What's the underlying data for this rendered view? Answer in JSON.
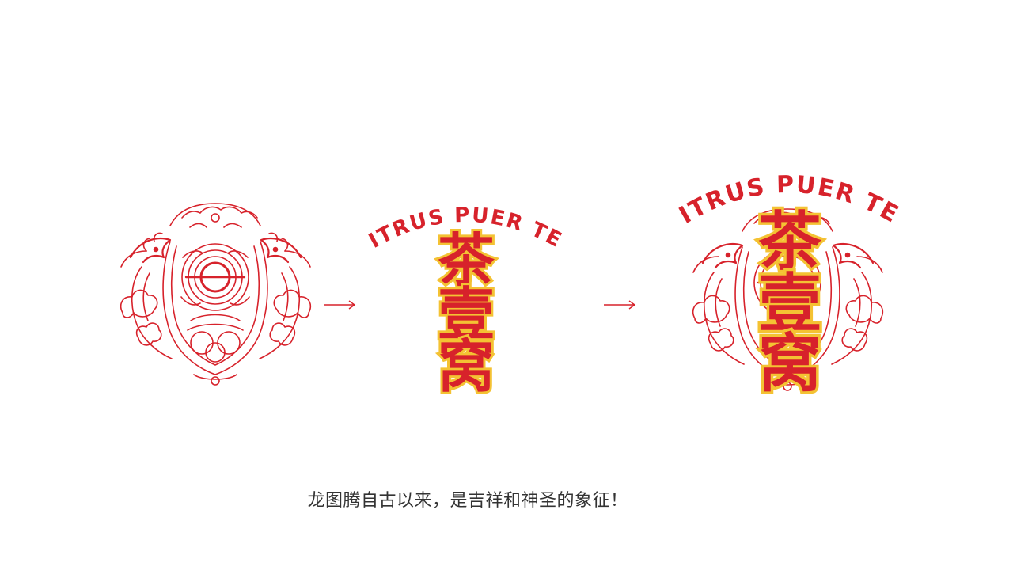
{
  "colors": {
    "brand_red": "#d7222b",
    "accent_yellow": "#f4c233",
    "text": "#333333"
  },
  "wordmark": {
    "en": "CITRUS PUER TEA",
    "cn_1": "茶",
    "cn_2": "壹",
    "cn_3": "窝"
  },
  "caption": "龙图腾自古以来，是吉祥和神圣的象征！",
  "icons": {
    "emblem": "dragon-emblem-icon",
    "arrow": "arrow-right-icon"
  }
}
